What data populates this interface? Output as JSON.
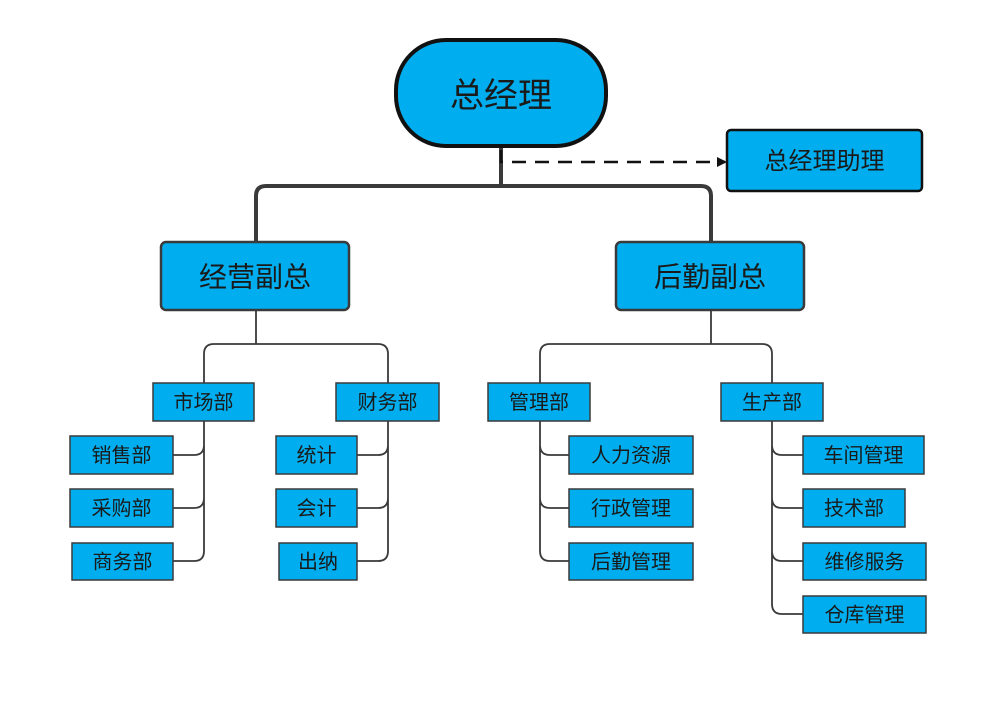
{
  "colors": {
    "node_fill": "#00aeef",
    "node_stroke": "#3a3a3a",
    "root_stroke": "#111111",
    "text": "#1a1a1a"
  },
  "root": {
    "label": "总经理"
  },
  "assistant": {
    "label": "总经理助理"
  },
  "vp_business": {
    "label": "经营副总",
    "departments": [
      {
        "label": "市场部",
        "children": [
          "销售部",
          "采购部",
          "商务部"
        ]
      },
      {
        "label": "财务部",
        "children": [
          "统计",
          "会计",
          "出纳"
        ]
      }
    ]
  },
  "vp_logistics": {
    "label": "后勤副总",
    "departments": [
      {
        "label": "管理部",
        "children": [
          "人力资源",
          "行政管理",
          "后勤管理"
        ]
      },
      {
        "label": "生产部",
        "children": [
          "车间管理",
          "技术部",
          "维修服务",
          "仓库管理"
        ]
      }
    ]
  }
}
